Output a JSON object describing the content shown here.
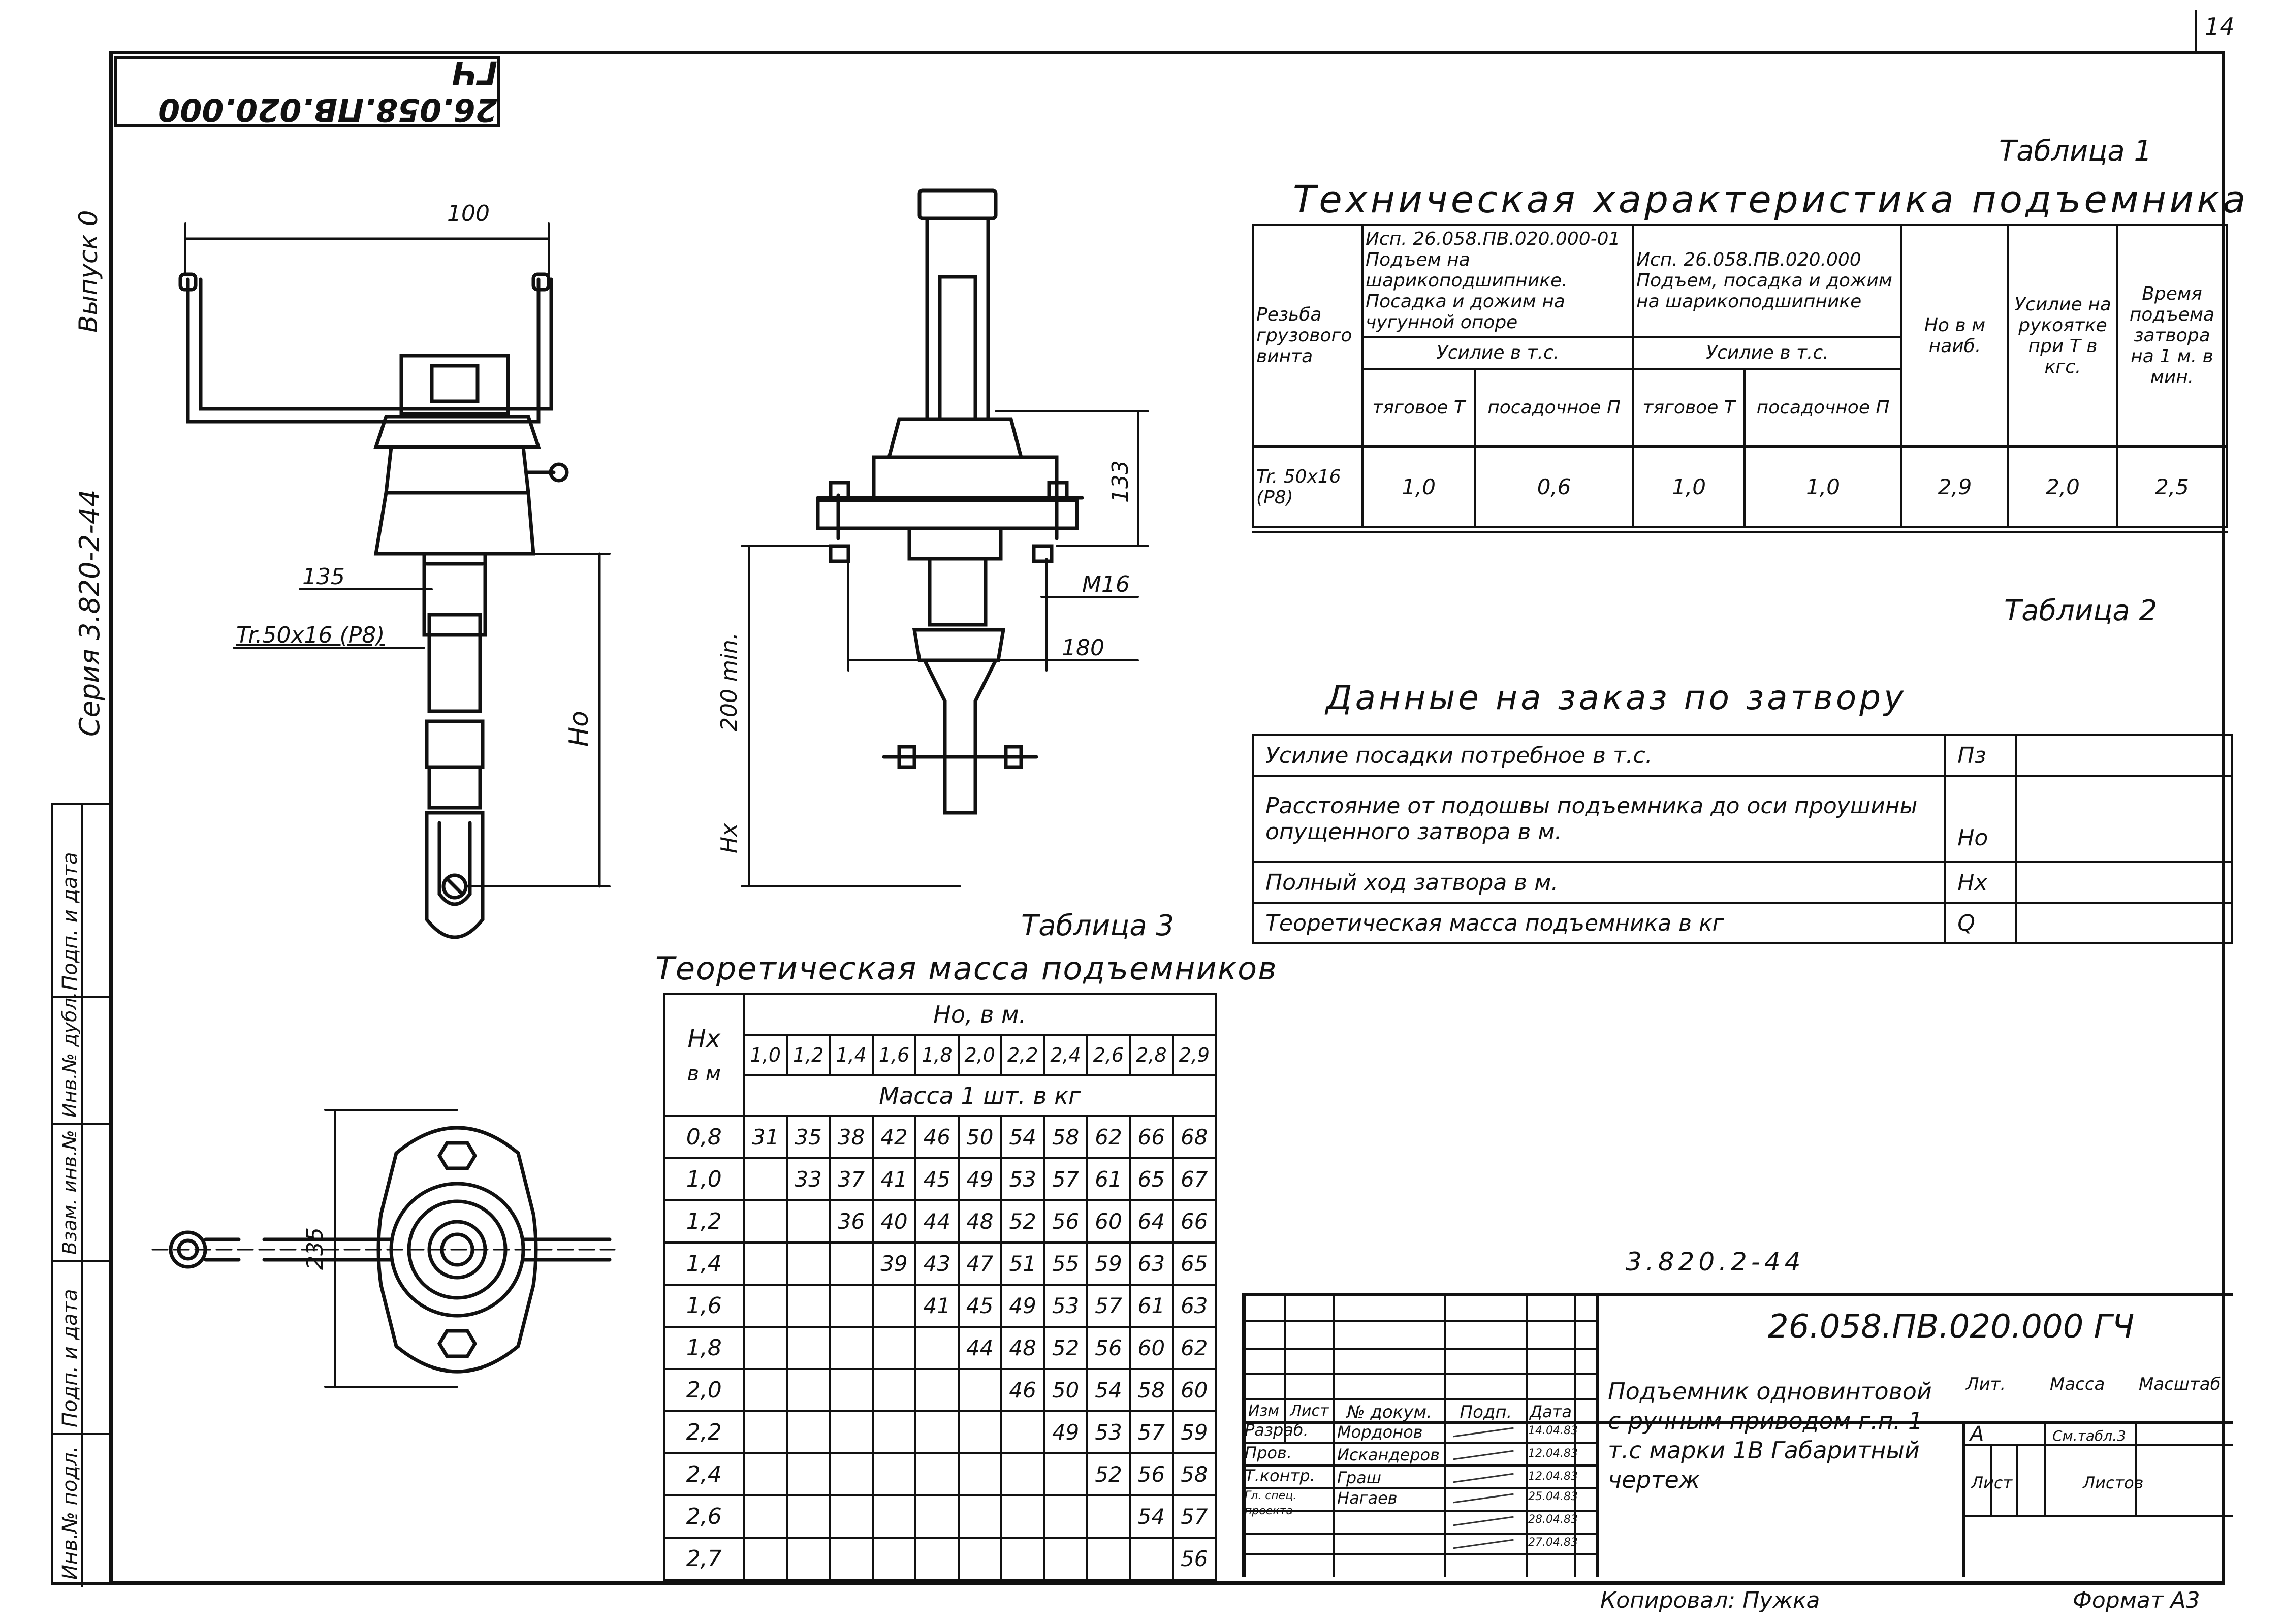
{
  "sheet_number": "14",
  "doc_code_rotated": "26.058.ПВ.020.000 ГЧ",
  "left_margin": {
    "issue": "Выпуск 0",
    "series": "Серия 3.820-2-44",
    "strip_labels": [
      "Подп. и дата",
      "Инв.№ дубл.",
      "Взам. инв.№",
      "Подп. и дата",
      "Инв.№ подл."
    ]
  },
  "drawing": {
    "dim_100": "100",
    "dim_135": "135",
    "thread": "Tr.50х16 (Р8)",
    "dim_Ho": "Но",
    "dim_200": "200 min.",
    "dim_Hx": "Нх",
    "dim_133": "133",
    "dim_M16": "М16",
    "dim_180": "180",
    "dim_235": "235"
  },
  "table1": {
    "caption": "Таблица 1",
    "title": "Техническая характеристика подъемника",
    "col_thread": "Резьба грузового винта",
    "col_v1": "Исп. 26.058.ПВ.020.000-01 Подъем на шарикоподшипнике. Посадка и дожим на чугунной опоре",
    "col_v2": "Исп. 26.058.ПВ.020.000 Подъем, посадка и дожим на шарикоподшипнике",
    "effort1": "Усилие в т.с.",
    "effort2": "Усилие в т.с.",
    "traction": "тяговое Т",
    "seating": "посадочное П",
    "traction2": "тяговое Т",
    "seating2": "посадочное П",
    "col_ho": "Но в м наиб.",
    "col_force": "Усилие на рукоятке при Т в кгс.",
    "col_time": "Время подъема затвора на 1 м. в мин.",
    "row_thread": "Tr. 50х16 (Р8)",
    "row_values": [
      "1,0",
      "0,6",
      "1,0",
      "1,0",
      "2,9",
      "2,0",
      "2,5"
    ]
  },
  "table2": {
    "caption": "Таблица 2",
    "title": "Данные на заказ по затвору",
    "rows": [
      {
        "label": "Усилие посадки потребное в т.с.",
        "symbol": "Пз"
      },
      {
        "label": "Расстояние от подошвы подъемника до оси проушины опущенного затвора в м.",
        "symbol": "Но"
      },
      {
        "label": "Полный ход затвора в м.",
        "symbol": "Нх"
      },
      {
        "label": "Теоретическая масса подъемника в кг",
        "symbol": "Q"
      }
    ]
  },
  "table3": {
    "caption": "Таблица 3",
    "title": "Теоретическая масса подъемников",
    "hx_label": "Нх",
    "hx_unit": "в м",
    "ho_label": "Но, в м.",
    "mass_label": "Масса 1 шт. в кг",
    "ho_values": [
      "1,0",
      "1,2",
      "1,4",
      "1,6",
      "1,8",
      "2,0",
      "2,2",
      "2,4",
      "2,6",
      "2,8",
      "2,9"
    ],
    "rows": [
      {
        "hx": "0,8",
        "cells": [
          "31",
          "35",
          "38",
          "42",
          "46",
          "50",
          "54",
          "58",
          "62",
          "66",
          "68"
        ]
      },
      {
        "hx": "1,0",
        "cells": [
          "",
          "33",
          "37",
          "41",
          "45",
          "49",
          "53",
          "57",
          "61",
          "65",
          "67"
        ]
      },
      {
        "hx": "1,2",
        "cells": [
          "",
          "",
          "36",
          "40",
          "44",
          "48",
          "52",
          "56",
          "60",
          "64",
          "66"
        ]
      },
      {
        "hx": "1,4",
        "cells": [
          "",
          "",
          "",
          "39",
          "43",
          "47",
          "51",
          "55",
          "59",
          "63",
          "65"
        ]
      },
      {
        "hx": "1,6",
        "cells": [
          "",
          "",
          "",
          "",
          "41",
          "45",
          "49",
          "53",
          "57",
          "61",
          "63"
        ]
      },
      {
        "hx": "1,8",
        "cells": [
          "",
          "",
          "",
          "",
          "",
          "44",
          "48",
          "52",
          "56",
          "60",
          "62"
        ]
      },
      {
        "hx": "2,0",
        "cells": [
          "",
          "",
          "",
          "",
          "",
          "",
          "46",
          "50",
          "54",
          "58",
          "60"
        ]
      },
      {
        "hx": "2,2",
        "cells": [
          "",
          "",
          "",
          "",
          "",
          "",
          "",
          "49",
          "53",
          "57",
          "59"
        ]
      },
      {
        "hx": "2,4",
        "cells": [
          "",
          "",
          "",
          "",
          "",
          "",
          "",
          "",
          "52",
          "56",
          "58"
        ]
      },
      {
        "hx": "2,6",
        "cells": [
          "",
          "",
          "",
          "",
          "",
          "",
          "",
          "",
          "",
          "54",
          "57"
        ]
      },
      {
        "hx": "2,7",
        "cells": [
          "",
          "",
          "",
          "",
          "",
          "",
          "",
          "",
          "",
          "",
          "56"
        ]
      }
    ]
  },
  "title_block": {
    "series_code": "3.820.2-44",
    "doc_code": "26.058.ПВ.020.000 ГЧ",
    "name": "Подъемник одновинтовой с ручным приводом г.п. 1 т.с марки 1В Габаритный чертеж",
    "col_headers": [
      "Изм",
      "Лист",
      "№ докум.",
      "Подп.",
      "Дата"
    ],
    "people": [
      {
        "role": "Разраб.",
        "name": "Мордонов",
        "date": "14.04.83"
      },
      {
        "role": "Пров.",
        "name": "Искандеров",
        "date": "12.04.83"
      },
      {
        "role": "Т.контр.",
        "name": "Граш",
        "date": "12.04.83"
      },
      {
        "role": "Гл. спец. проекта",
        "name": "Нагаев",
        "date": "25.04.83"
      },
      {
        "role": "",
        "name": "",
        "date": "28.04.83"
      },
      {
        "role": "",
        "name": "",
        "date": "27.04.83"
      }
    ],
    "lit": "Лит.",
    "mass": "Масса",
    "scale": "Масштаб",
    "lit_value": "А",
    "mass_value": "См.табл.3",
    "sheet": "Лист",
    "sheets": "Листов"
  },
  "footer": {
    "copied": "Копировал: Пужка",
    "format": "Формат А3"
  }
}
